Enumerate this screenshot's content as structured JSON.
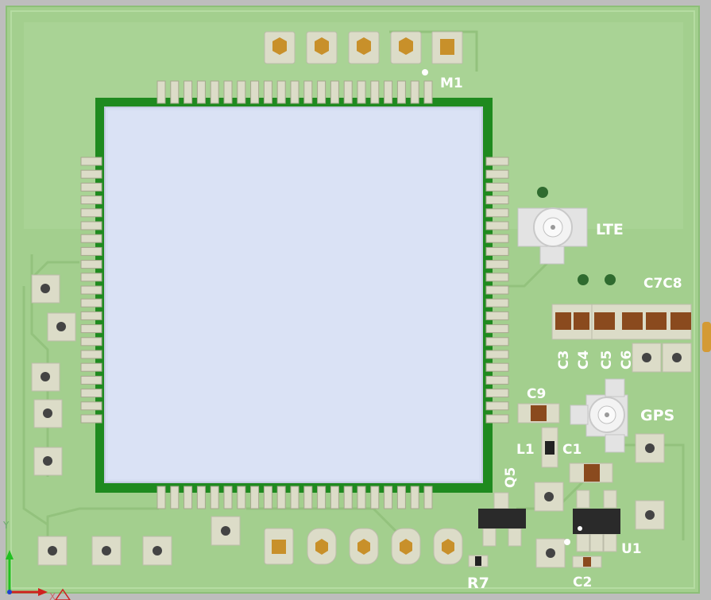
{
  "board": {
    "colors": {
      "background": "#bdbdbd",
      "board": "#a3cf8e",
      "board_light": "#b3da9f",
      "module_outline": "#1f8a1f",
      "module_face": "#d6def2",
      "pad": "#dcdcc8",
      "copper": "#c8902a",
      "via": "#2f6b2f",
      "cap_body": "#8a4a1e",
      "ic_body": "#2a2a2a",
      "silkscreen": "#ffffff"
    },
    "designators": {
      "m1": "M1",
      "lte": "LTE",
      "gps": "GPS",
      "c1": "C1",
      "c2": "C2",
      "c3": "C3",
      "c4": "C4",
      "c5": "C5",
      "c6": "C6",
      "c7c8": "C7C8",
      "c9": "C9",
      "l1": "L1",
      "q5": "Q5",
      "u1": "U1",
      "r7": "R7"
    },
    "axes": {
      "y_label": "Y",
      "x_label": "X"
    }
  }
}
